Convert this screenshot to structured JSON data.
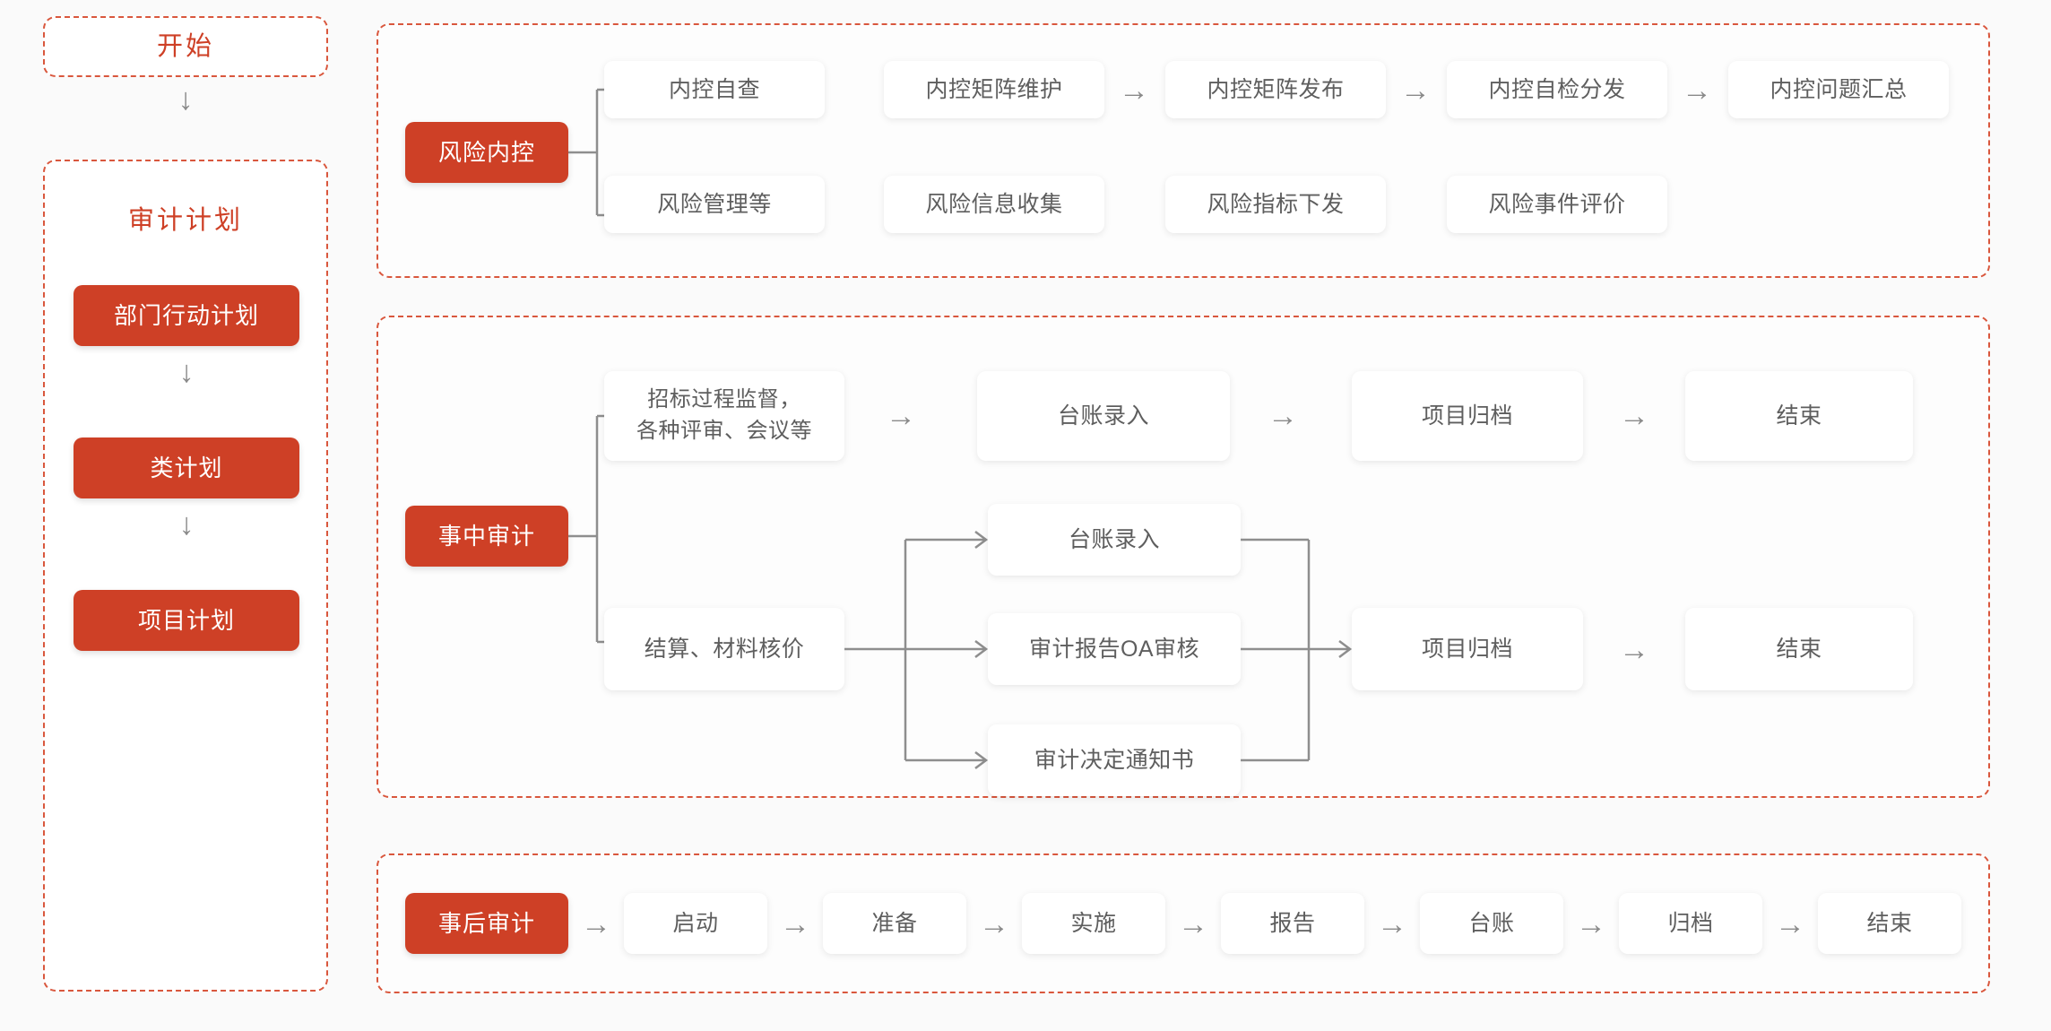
{
  "theme": {
    "accent_red": "#ce4026",
    "dashed_border": "#d9573d",
    "connector_gray": "#8e8e8e",
    "card_text": "#5e5e5e",
    "page_background": "#fafafa"
  },
  "sidebar": {
    "start_box": {
      "label": "开始"
    },
    "plan_box": {
      "title": "审计计划",
      "steps": [
        {
          "label": "部门行动计划"
        },
        {
          "label": "类计划"
        },
        {
          "label": "项目计划"
        }
      ]
    },
    "down_arrow_glyph": "↓"
  },
  "panels": [
    {
      "id": "risk-internal-control",
      "badge": "风险内控",
      "rows": [
        {
          "id": "row-1",
          "cards": [
            {
              "label": "内控自查"
            },
            {
              "label": "内控矩阵维护"
            },
            {
              "label": "内控矩阵发布"
            },
            {
              "label": "内控自检分发"
            },
            {
              "label": "内控问题汇总"
            }
          ]
        },
        {
          "id": "row-2",
          "cards": [
            {
              "label": "风险管理等"
            },
            {
              "label": "风险信息收集"
            },
            {
              "label": "风险指标下发"
            },
            {
              "label": "风险事件评价"
            }
          ]
        }
      ]
    },
    {
      "id": "during-audit",
      "badge": "事中审计",
      "branch_top": {
        "source": {
          "label": "招标过程监督，\n各种评审、会议等",
          "line1": "招标过程监督，",
          "line2": "各种评审、会议等"
        },
        "chain": [
          {
            "label": "台账录入"
          },
          {
            "label": "项目归档"
          },
          {
            "label": "结束"
          }
        ]
      },
      "branch_bottom": {
        "source": {
          "label": "结算、材料核价"
        },
        "parallel": [
          {
            "label": "台账录入"
          },
          {
            "label": "审计报告OA审核"
          },
          {
            "label": "审计决定通知书"
          }
        ],
        "chain": [
          {
            "label": "项目归档"
          },
          {
            "label": "结束"
          }
        ]
      }
    },
    {
      "id": "post-audit",
      "badge": "事后审计",
      "chain": [
        {
          "label": "启动"
        },
        {
          "label": "准备"
        },
        {
          "label": "实施"
        },
        {
          "label": "报告"
        },
        {
          "label": "台账"
        },
        {
          "label": "归档"
        },
        {
          "label": "结束"
        }
      ]
    }
  ],
  "icons": {
    "right_arrow_glyph": "→",
    "down_arrow_glyph": "↓"
  }
}
